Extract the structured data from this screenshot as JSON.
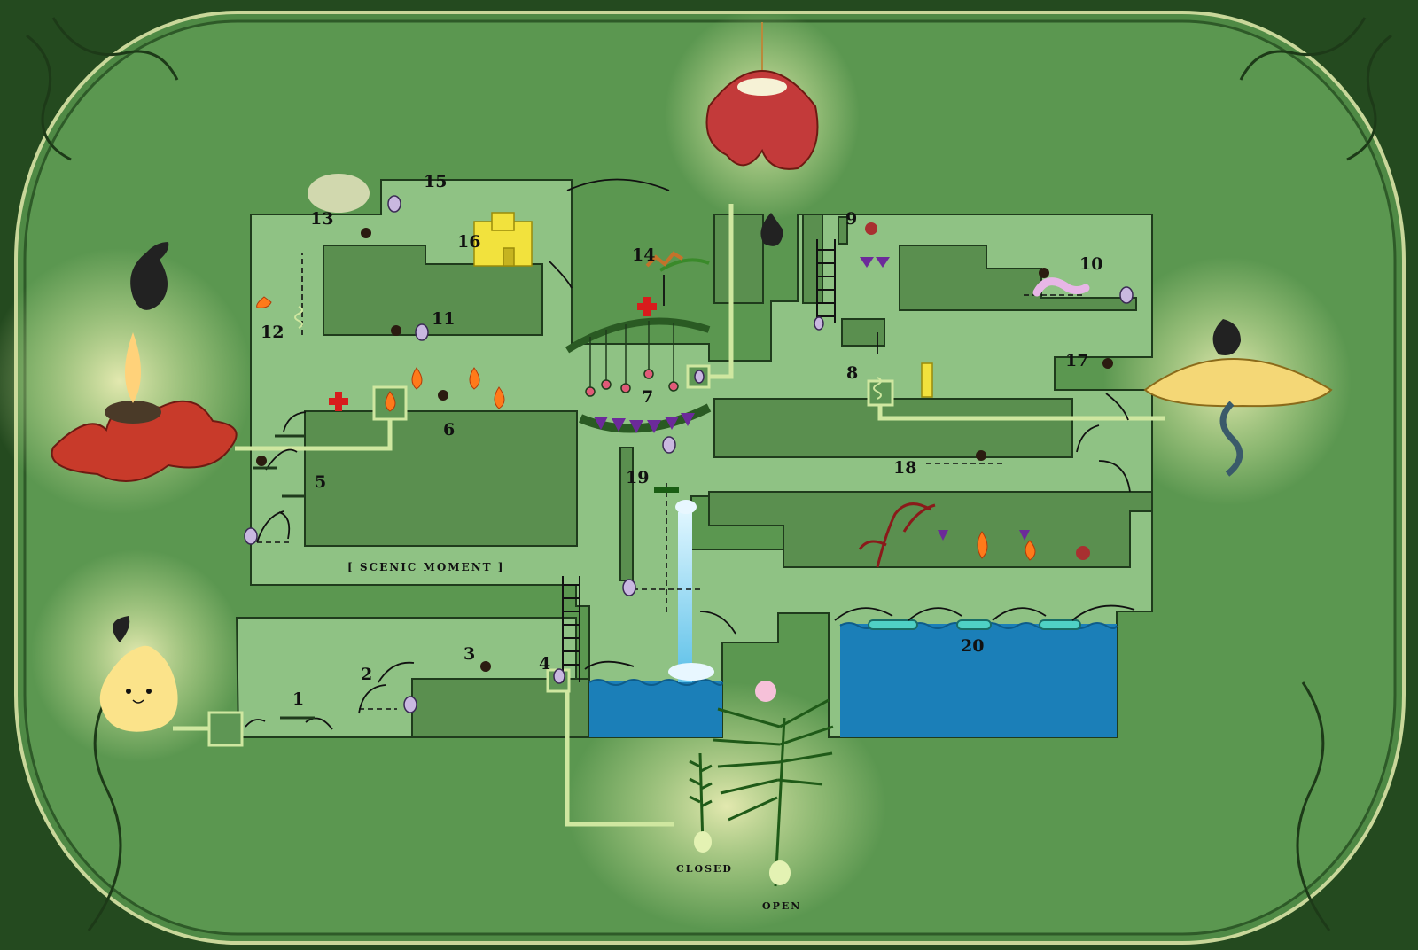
{
  "level_labels": [
    "1",
    "2",
    "3",
    "4",
    "5",
    "6",
    "7",
    "8",
    "9",
    "10",
    "11",
    "12",
    "13",
    "14",
    "15",
    "16",
    "17",
    "18",
    "19",
    "20"
  ],
  "scenic_label": "[ SCENIC MOMENT ]",
  "legend": {
    "closed": "CLOSED",
    "open": "OPEN"
  },
  "icons": {
    "checkpoint": "bulb-checkpoint-icon",
    "health": "red-cross-health-icon",
    "fire": "flame-hazard-icon",
    "enemy": "bug-enemy-icon",
    "spring": "spring-coil-icon",
    "switch": "pressure-switch-icon"
  },
  "colors": {
    "background": "#3b6b35",
    "frame": "#244a1f",
    "paper": "#6aa05f",
    "path": "#96c98c",
    "wall": "#2b4a25",
    "water": "#1b7fb8",
    "fire": "#ff7a1a",
    "health": "#d81c1c",
    "bulb": "#c9b8e0"
  }
}
